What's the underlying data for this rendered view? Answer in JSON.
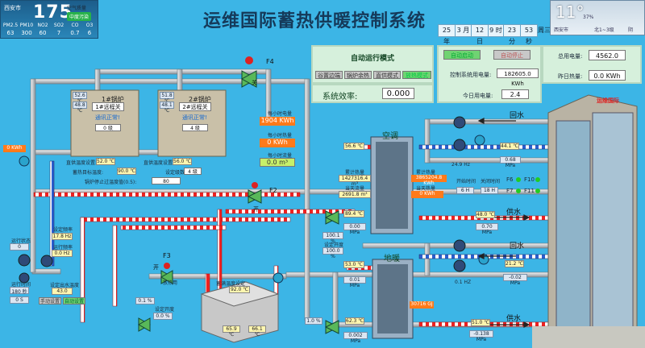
{
  "aqi": {
    "city": "西安市",
    "value": "175",
    "label": "空气质量",
    "grade": "中度污染",
    "pollutants": [
      {
        "name": "PM2.5",
        "value": "63"
      },
      {
        "name": "PM10",
        "value": "300"
      },
      {
        "name": "NO2",
        "value": "60"
      },
      {
        "name": "SO2",
        "value": "7"
      },
      {
        "name": "CO",
        "value": "0.7"
      },
      {
        "name": "O3",
        "value": "6"
      }
    ]
  },
  "title": "运维国际蓄热供暖控制系统",
  "clock": {
    "year": "25 年",
    "month": "3 月",
    "day": "12 日",
    "hour": "9 时",
    "minute": "23 分",
    "second": "53 秒",
    "weekday": "周三"
  },
  "weather": {
    "temp": "11°",
    "humidity": "37%",
    "city": "西安市",
    "wind": "北1~3级",
    "desc": "阴"
  },
  "auto_mode": {
    "title": "自动运行模式",
    "modes": [
      "谷置边端",
      "锅炉余热",
      "直供模式",
      "放热模式"
    ],
    "efficiency_label": "系统效率:",
    "efficiency_value": "0.000"
  },
  "controls": {
    "auto_start": "自动启动",
    "auto_stop": "自动停止",
    "total_power_label": "总用电量:",
    "total_power_value": "4562.0",
    "ctrl_power_label": "控制系统用电量:",
    "ctrl_power_value": "182605.0 KWh",
    "yesterday_heat_label": "昨日热量:",
    "yesterday_heat_value": "0.0 KWh",
    "today_power_label": "今日用电量:",
    "today_power_value": "2.4"
  },
  "boilers": [
    {
      "name": "1#锅炉",
      "remote": "1#远程关",
      "status": "通讯正常!",
      "t1": "52.6 ℃",
      "t2": "48.8 ℃",
      "set_label": "直供温度设置:",
      "set_value": "52.0 ℃",
      "count": "0 级"
    },
    {
      "name": "2#锅炉",
      "remote": "2#远程关",
      "status": "通讯正常!",
      "t1": "51.8 ℃",
      "t2": "48.1 ℃",
      "set_label": "直供温度设置:",
      "set_value": "56.0 ℃",
      "count": "4 级"
    }
  ],
  "boiler_extra": {
    "heat_target_label": "蓄热目标温度:",
    "heat_target_value": "90.0 ℃",
    "setting_label": "设定级数",
    "stop_label": "锅炉停止过温度值(0.5):",
    "stop_value": "80"
  },
  "flows": {
    "hour_power_label": "每小时电量",
    "hour_power_value": "1904 KWh",
    "hour_heat_label": "每小时热量",
    "hour_heat_value": "0 KWh",
    "hour_flow_label": "每小时流量",
    "hour_flow_value": "0.0 m³",
    "left_kwh": "0 KWh"
  },
  "valves": {
    "f4": "F4",
    "f4_state": "关",
    "f2": "F2",
    "f2_state": "开",
    "f3": "F3",
    "f3_state": "开",
    "f3_label": "放热用"
  },
  "aircon": {
    "title": "空调",
    "in_temp": "56.6 ℃",
    "mid_temp": "89.4 ℃",
    "pressure": "0.00 MPa",
    "cum_heat_label": "累计热量",
    "cum_heat_value": "1427316.4 m³",
    "today_flow_label": "当天流量",
    "today_flow_value": "2691.8 m³",
    "cum_heat2_label": "累计热量",
    "cum_heat2_value": "3865204.8 KWh",
    "today_heat_label": "当天热量",
    "today_heat_value": "0 KWh",
    "flow_pct": "100.1 %",
    "open_pct": "100.0 %",
    "set_open_label": "设定开度",
    "open_time_label": "开始时间",
    "close_time_label": "关闭时间",
    "open_time": "6 H",
    "close_time": "18 H",
    "pump_freq": "24.9 Hz",
    "return_temp": "44.1 ℃",
    "return_pressure": "0.68 MPa",
    "supply_temp": "48.0 ℃",
    "supply_pressure": "0.70 MPa",
    "return_label": "回水",
    "supply_label": "供水"
  },
  "fans": [
    "F6",
    "F10",
    "F7",
    "F11"
  ],
  "floor": {
    "title": "地暖",
    "in_temp": "53.0 ℃",
    "pressure": "0.01 MPa",
    "mid_temp": "62.3 ℃",
    "mid_pressure": "0.002 MPa",
    "heat_total": "30716 GJ",
    "open_pct": "1.0 %",
    "pump_freq": "0.1 HZ",
    "return_temp": "21.2 ℃",
    "return_pressure": "-0.02 MPa",
    "supply_temp": "51.0 ℃",
    "supply_pressure": "-0.138 MPa",
    "return_label": "回水",
    "supply_label": "供水"
  },
  "pumps_left": {
    "run_label": "运行状态",
    "run_value": "0",
    "freq_set_label": "设定频率",
    "freq_set_value": "17.8 Hz",
    "freq_run_label": "运行频率",
    "freq_run_value": "0.0 Hz",
    "time_label": "运行时间",
    "time_value": "180 秒",
    "count_value": "0 S",
    "temp_set_label": "设定出水温度",
    "temp_set_value": "43.0",
    "manual": "手动设置",
    "auto": "自动设置"
  },
  "tank": {
    "set_label": "蓄满温度设定",
    "set_value": "92.0 ℃",
    "t1": "65.9 ℃",
    "t2": "66.1 ℃",
    "valve_pct": "0.1 %",
    "valve_set_label": "设定开度",
    "valve_set_value": "0.0 %"
  },
  "building": {
    "sign": "运维国际"
  }
}
